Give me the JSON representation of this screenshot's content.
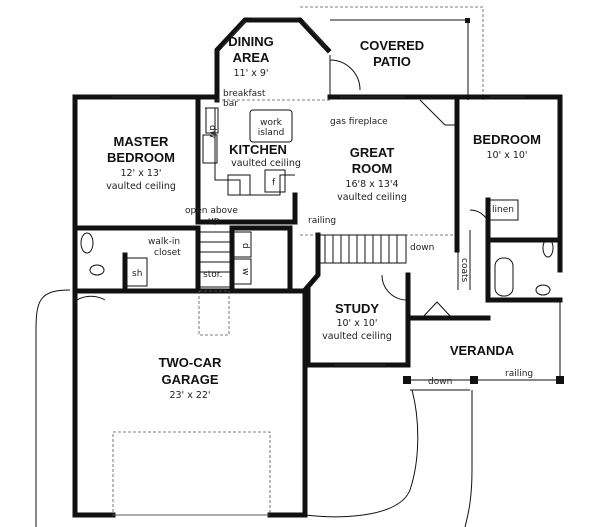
{
  "rooms": {
    "dining": {
      "name1": "DINING",
      "name2": "AREA",
      "size": "11' x 9'"
    },
    "patio": {
      "name1": "COVERED",
      "name2": "PATIO"
    },
    "master": {
      "name1": "MASTER",
      "name2": "BEDROOM",
      "size": "12' x 13'",
      "ceiling": "vaulted ceiling"
    },
    "kitchen": {
      "name": "KITCHEN",
      "ceiling": "vaulted ceiling"
    },
    "great": {
      "name1": "GREAT",
      "name2": "ROOM",
      "size": "16'8 x 13'4",
      "ceiling": "vaulted ceiling"
    },
    "bedroom": {
      "name": "BEDROOM",
      "size": "10' x 10'"
    },
    "study": {
      "name": "STUDY",
      "size": "10' x 10'",
      "ceiling": "vaulted ceiling"
    },
    "veranda": {
      "name": "VERANDA"
    },
    "garage": {
      "name1": "TWO-CAR",
      "name2": "GARAGE",
      "size": "23' x 22'"
    }
  },
  "notes": {
    "breakfast1": "breakfast",
    "breakfast2": "bar",
    "work1": "work",
    "work2": "island",
    "fireplace": "gas fireplace",
    "dw": "dw",
    "fridge": "f",
    "open_above": "open above",
    "up": "up",
    "railing_great": "railing",
    "down_great": "down",
    "walkin1": "walk-in",
    "walkin2": "closet",
    "shower": "sh",
    "storage": "stor.",
    "dryer": "d",
    "washer": "w",
    "linen": "linen",
    "coats": "coats",
    "railing_veranda": "railing",
    "down_veranda": "down"
  }
}
